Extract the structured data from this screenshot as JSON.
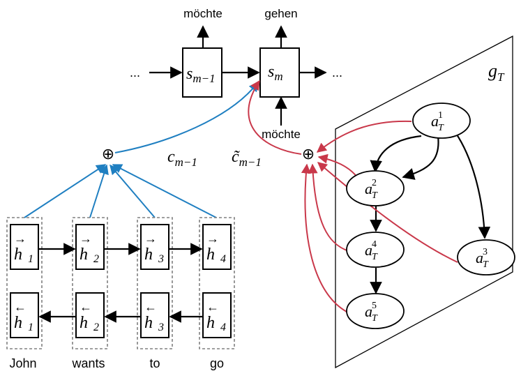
{
  "labels": {
    "top_left": "möchte",
    "top_right": "gehen",
    "bottom_input": "möchte",
    "dots_left": "...",
    "dots_right": "...",
    "c_prev": "c",
    "c_prev_sub": "m−1",
    "ctilde": "c̃",
    "ctilde_sub": "m−1",
    "g": "g",
    "g_sub": "T",
    "plus": "⊕"
  },
  "decoder": {
    "s1_main": "s",
    "s1_sub": "m−1",
    "s2_main": "s",
    "s2_sub": "m"
  },
  "encoder": {
    "words": [
      "John",
      "wants",
      "to",
      "go"
    ],
    "h_letter": "h",
    "indices": [
      "1",
      "2",
      "3",
      "4"
    ],
    "arrow_right": "→",
    "arrow_left": "←"
  },
  "graph": {
    "a_letter": "a",
    "a_sub": "T",
    "nodes": [
      "1",
      "2",
      "3",
      "4",
      "5"
    ]
  }
}
